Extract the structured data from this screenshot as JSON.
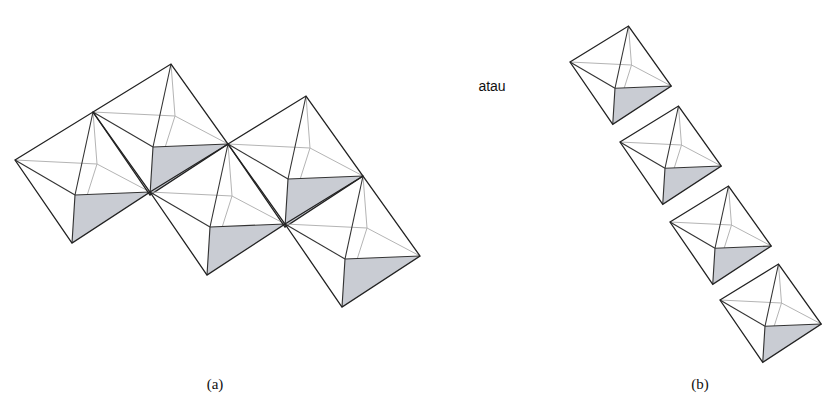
{
  "diagram": {
    "labels": [
      "(a)",
      "atau",
      "(b)"
    ]
  }
}
